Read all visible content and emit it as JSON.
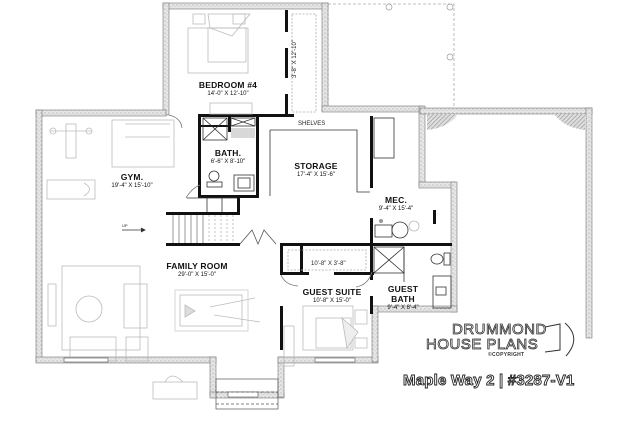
{
  "plan": {
    "rooms": [
      {
        "id": "bedroom4",
        "name": "BEDROOM #4",
        "dims": "14'-0\" X 12'-10\""
      },
      {
        "id": "closet",
        "name": "",
        "dims": "3'-8\" X 12'-10\""
      },
      {
        "id": "gym",
        "name": "GYM.",
        "dims": "19'-4\" X 15'-10\""
      },
      {
        "id": "bath",
        "name": "BATH.",
        "dims": "6'-6\" X 8'-10\""
      },
      {
        "id": "storage",
        "name": "STORAGE",
        "dims": "17'-4\" X 15'-6\""
      },
      {
        "id": "mec",
        "name": "MEC.",
        "dims": "9'-4\" X 15'-4\""
      },
      {
        "id": "family",
        "name": "FAMILY ROOM",
        "dims": "29'-0\" X 15'-0\""
      },
      {
        "id": "guest_closet",
        "name": "",
        "dims": "10'-8\" X 3'-8\""
      },
      {
        "id": "guest_suite",
        "name": "GUEST SUITE",
        "dims": "10'-8\" X 15'-0\""
      },
      {
        "id": "guest_bath",
        "name": "GUEST BATH",
        "name_line1": "GUEST",
        "name_line2": "BATH",
        "dims": "9'-4\" X 8'-4\""
      }
    ],
    "annotations": {
      "shelves": "SHELVES",
      "stair_up": "UP"
    }
  },
  "branding": {
    "logo_line1": "DRUMMOND",
    "logo_line2": "HOUSE PLANS",
    "copyright": "©COPYRIGHT",
    "caption": "Maple Way 2 | #3287-V1"
  },
  "colors": {
    "wall": "#111111",
    "foundation": "#bdbdbd",
    "furniture": "#c8c8c8",
    "hatch": "#999999"
  }
}
